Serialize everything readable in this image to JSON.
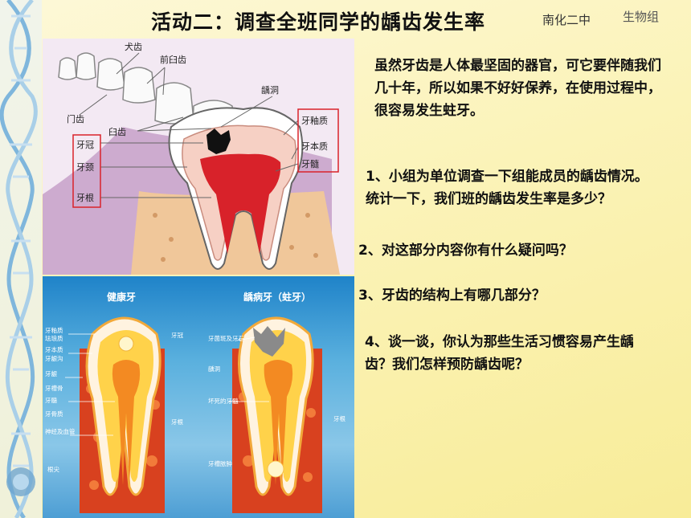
{
  "header": {
    "title": "活动二：调查全班同学的龋齿发生率",
    "school": "南化二中",
    "group": "生物组"
  },
  "diagram_top": {
    "labels": {
      "canine": "犬齿",
      "premolar": "前臼齿",
      "incisor": "门齿",
      "molar": "臼齿",
      "caries": "龋洞",
      "crown": "牙冠",
      "neck": "牙颈",
      "root": "牙根",
      "enamel": "牙釉质",
      "dentin": "牙本质",
      "pulp": "牙髓"
    }
  },
  "diagram_bottom": {
    "healthy_title": "健康牙",
    "decayed_title": "龋病牙（蛀牙）",
    "left_labels": [
      "牙釉质",
      "珐琅质",
      "牙本质",
      "牙龈沟",
      "牙龈",
      "牙槽骨",
      "牙髓",
      "牙骨质",
      "神经及血管",
      "根尖"
    ],
    "mid_labels": [
      "牙冠",
      "牙根"
    ],
    "decay_labels": [
      "牙菌斑及牙石",
      "龋洞",
      "坏死的牙髓",
      "牙根",
      "牙槽脓肿"
    ]
  },
  "content": {
    "intro": "虽然牙齿是人体最坚固的器官，可它要伴随我们几十年，所以如果不好好保养，在使用过程中，很容易发生蛀牙。",
    "q1": "1、小组为单位调查一下组能成员的龋齿情况。统计一下，我们班的龋齿发生率是多少？",
    "q2": "2、对这部分内容你有什么疑问吗？",
    "q3": "3、牙齿的结构上有哪几部分？",
    "q4": "4、谈一谈，你认为那些生活习惯容易产生龋齿？我们怎样预防龋齿呢？"
  }
}
